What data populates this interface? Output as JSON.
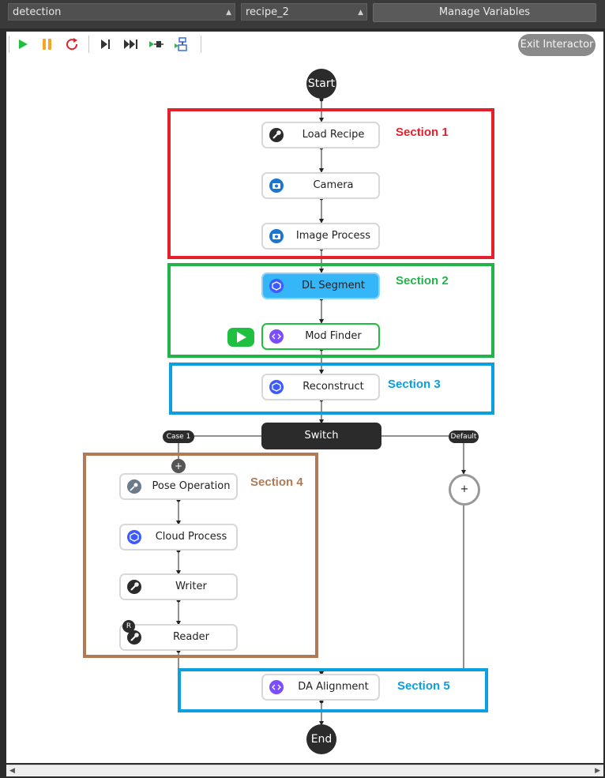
{
  "header": {
    "pipeline_select": "detection",
    "recipe_select": "recipe_2",
    "manage_variables": "Manage Variables"
  },
  "toolbar": {
    "exit_label": "Exit Interactor",
    "icons": [
      "play-icon",
      "pause-icon",
      "restart-icon",
      "step-icon",
      "fast-forward-icon",
      "breakpoint-icon",
      "debug-icon"
    ]
  },
  "flow": {
    "start": "Start",
    "end": "End",
    "switch": "Switch",
    "case1": "Case 1",
    "default": "Default",
    "add_symbol": "+",
    "reader_badge": "R",
    "nodes": {
      "load_recipe": "Load Recipe",
      "camera": "Camera",
      "image_process": "Image Process",
      "dl_segment": "DL Segment",
      "mod_finder": "Mod Finder",
      "reconstruct": "Reconstruct",
      "pose_operation": "Pose Operation",
      "cloud_process": "Cloud Process",
      "writer": "Writer",
      "reader": "Reader",
      "da_alignment": "DA Alignment"
    }
  },
  "sections": {
    "s1": "Section 1",
    "s2": "Section 2",
    "s3": "Section 3",
    "s4": "Section 4",
    "s5": "Section 5"
  },
  "colors": {
    "section1": "#e5202a",
    "section2": "#22b34a",
    "section3": "#0aa0e0",
    "section4": "#b07a55",
    "section5": "#0aa0e0",
    "active_node": "#35b6f8",
    "run_indicator": "#1fbf3f"
  }
}
